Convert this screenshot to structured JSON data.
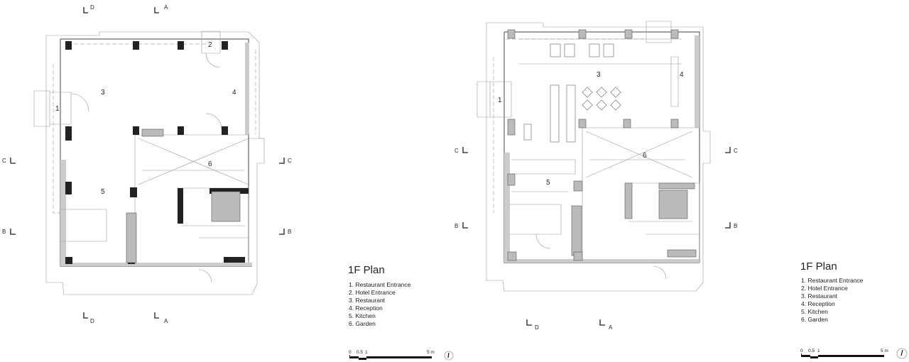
{
  "plans": [
    {
      "rooms": [
        "1",
        "2",
        "3",
        "4",
        "5",
        "6"
      ],
      "sections": {
        "a": "A",
        "b": "B",
        "c": "C",
        "d": "D"
      },
      "legend": {
        "title": "1F  Plan",
        "items": [
          "1.  Restaurant Entrance",
          "2.  Hotel Entrance",
          "3.  Restaurant",
          "4.  Reception",
          "5.  Kitchen",
          "6.  Garden"
        ]
      },
      "scale": {
        "ticks": [
          "0",
          "0.5",
          "1",
          "5 m"
        ]
      }
    },
    {
      "rooms": [
        "1",
        "3",
        "4",
        "5",
        "6"
      ],
      "sections": {
        "a": "A",
        "b": "B",
        "c": "C",
        "d": "D"
      },
      "legend": {
        "title": "1F  Plan",
        "items": [
          "1.  Restaurant Entrance",
          "2.  Hotel Entrance",
          "3.  Restaurant",
          "4.  Reception",
          "5.  Kitchen",
          "6.  Garden"
        ]
      },
      "scale": {
        "ticks": [
          "0",
          "0.5",
          "1",
          "5 m"
        ]
      }
    }
  ]
}
